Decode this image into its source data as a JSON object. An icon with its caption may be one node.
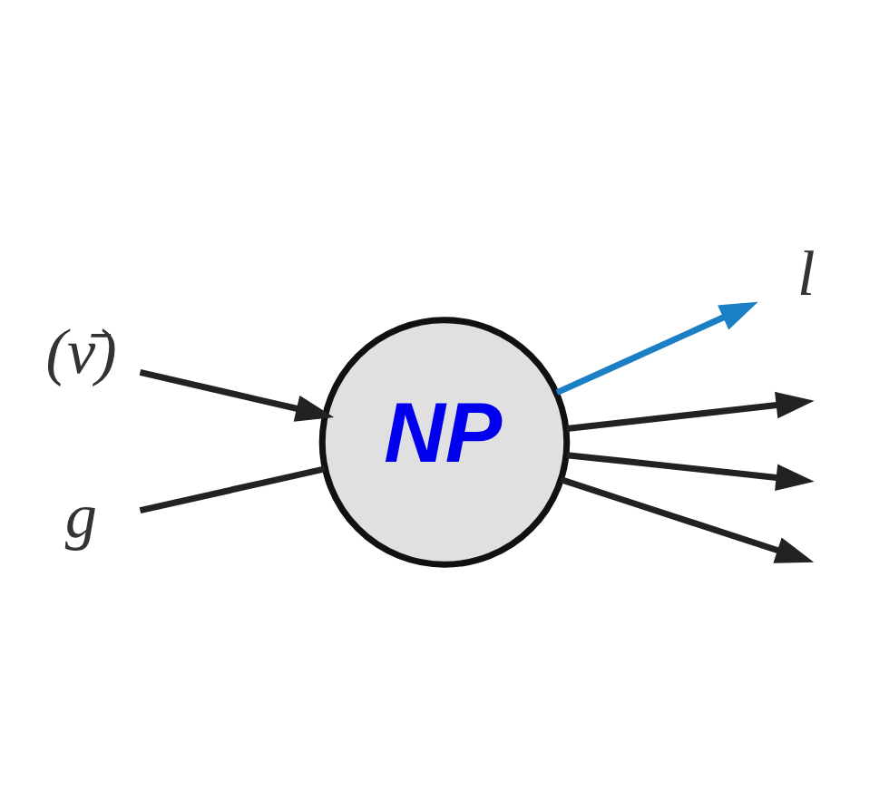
{
  "diagram": {
    "nodes": [
      {
        "text": [
          "(ν̄)"
        ]
      },
      {
        "text": [
          "l"
        ]
      },
      {
        "text": [
          "NP"
        ]
      },
      {
        "text": [
          "g"
        ]
      }
    ],
    "edges": [
      {
        "from": 0,
        "to": 2,
        "arrow": "to"
      },
      {
        "from": 2,
        "to": 1,
        "arrow": "to",
        "color": "#1a7fc4"
      },
      {
        "from": 3,
        "to": 2,
        "arrow": "none"
      },
      {
        "from": 2,
        "to": null,
        "arrow": "to"
      },
      {
        "from": 2,
        "to": null,
        "arrow": "to"
      },
      {
        "from": 2,
        "to": null,
        "arrow": "to"
      }
    ]
  }
}
